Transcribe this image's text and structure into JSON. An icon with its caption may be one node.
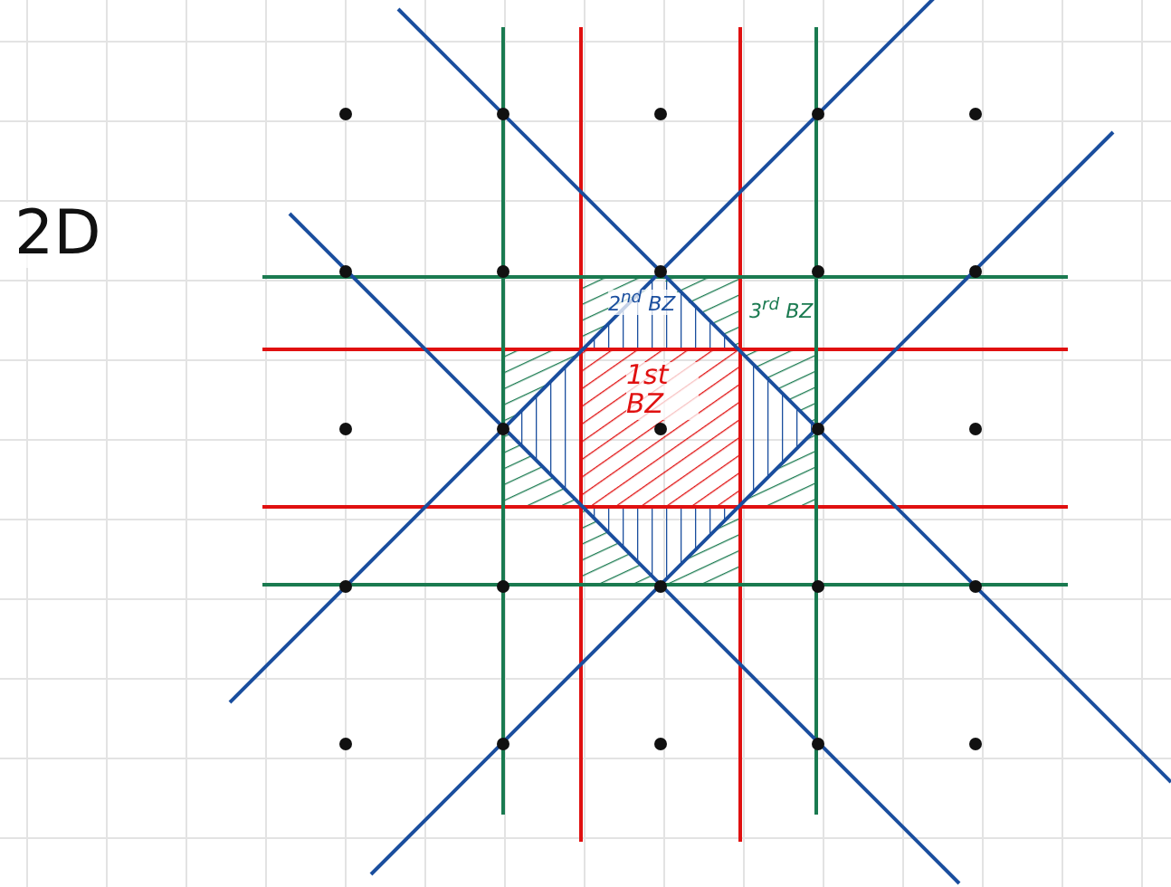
{
  "diagram": {
    "labels": [
      "2D",
      "2$^{nd}$ BZ",
      "3$^{rd}$ BZ",
      "1st BZ"
    ]
  }
}
